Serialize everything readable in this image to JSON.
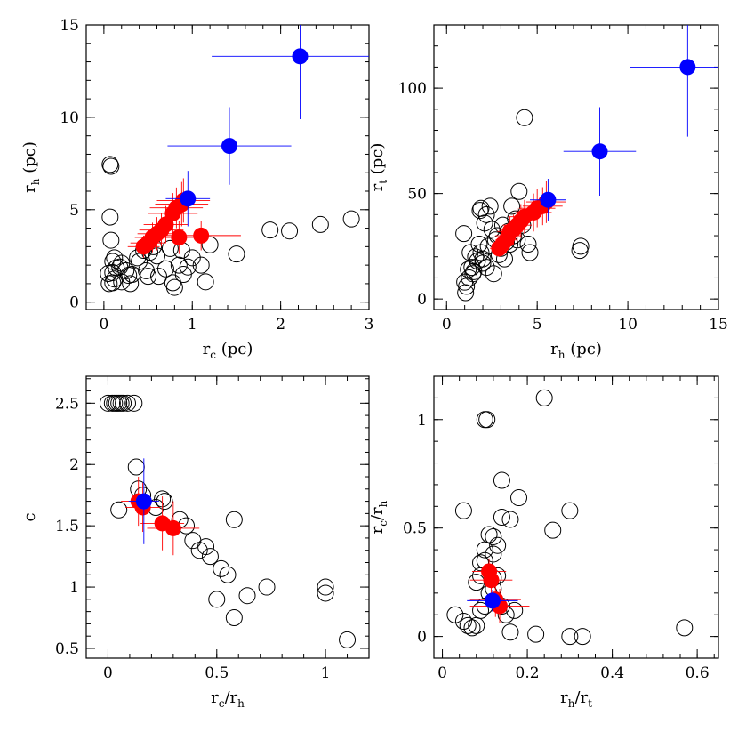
{
  "colors": {
    "axes": "#000000",
    "open": "#000000",
    "red": "#ff0000",
    "blue": "#0000ff"
  },
  "chart_data": [
    {
      "type": "scatter",
      "xlabel": {
        "main": "r",
        "sub": "c",
        "unit": " (pc)"
      },
      "ylabel": {
        "main": "r",
        "sub": "h",
        "unit": " (pc)"
      },
      "xlim": [
        -0.2,
        3.0
      ],
      "ylim": [
        -0.4,
        15.0
      ],
      "xticks": [
        0,
        1,
        2,
        3
      ],
      "yticks": [
        0,
        5,
        10,
        15
      ],
      "xtick_labels": [
        "0",
        "1",
        "2",
        "3"
      ],
      "ytick_labels": [
        "0",
        "5",
        "10",
        "15"
      ],
      "open": {
        "x": [
          0.07,
          0.08,
          0.07,
          0.08,
          0.1,
          0.1,
          0.1,
          0.12,
          0.12,
          0.14,
          0.06,
          0.18,
          0.05,
          0.2,
          0.2,
          0.25,
          0.28,
          0.3,
          0.32,
          0.38,
          0.4,
          0.45,
          0.48,
          0.5,
          0.52,
          0.56,
          0.6,
          0.62,
          0.7,
          0.75,
          0.78,
          0.8,
          0.85,
          0.88,
          0.9,
          0.95,
          1.0,
          1.1,
          1.15,
          1.2,
          1.5,
          1.88,
          2.1,
          2.45,
          2.8
        ],
        "y": [
          7.45,
          7.35,
          4.6,
          3.35,
          1.05,
          1.6,
          2.2,
          2.4,
          1.25,
          1.85,
          1.0,
          1.9,
          1.55,
          1.1,
          2.1,
          1.7,
          1.45,
          1.0,
          1.5,
          2.4,
          2.2,
          2.8,
          1.7,
          1.4,
          2.7,
          3.0,
          2.5,
          1.4,
          1.8,
          2.9,
          1.05,
          0.8,
          2.0,
          2.8,
          1.5,
          1.9,
          2.4,
          2.0,
          1.1,
          3.1,
          2.6,
          3.9,
          3.85,
          4.2,
          4.5
        ]
      },
      "red": {
        "x": [
          0.45,
          0.5,
          0.55,
          0.6,
          0.65,
          0.7,
          0.78,
          0.82,
          0.88,
          0.9,
          0.85,
          1.1
        ],
        "y": [
          3.0,
          3.2,
          3.5,
          3.7,
          3.9,
          4.2,
          4.8,
          5.1,
          5.3,
          5.5,
          3.5,
          3.6
        ],
        "xerr": [
          0.18,
          0.2,
          0.2,
          0.22,
          0.25,
          0.25,
          0.28,
          0.3,
          0.3,
          0.3,
          0.3,
          0.45
        ],
        "yerr": [
          0.6,
          0.7,
          0.8,
          0.9,
          0.9,
          1.0,
          1.1,
          1.1,
          1.2,
          1.2,
          0.9,
          0.8
        ]
      },
      "blue": {
        "x": [
          0.95,
          1.42,
          2.22
        ],
        "y": [
          5.6,
          8.45,
          13.3
        ],
        "xerr": [
          0.25,
          0.7,
          1.0
        ],
        "yerr": [
          1.5,
          2.1,
          3.4
        ]
      }
    },
    {
      "type": "scatter",
      "xlabel": {
        "main": "r",
        "sub": "h",
        "unit": " (pc)"
      },
      "ylabel": {
        "main": "r",
        "sub": "t",
        "unit": " (pc)"
      },
      "xlim": [
        -0.7,
        15.0
      ],
      "ylim": [
        -5,
        130
      ],
      "xticks": [
        0,
        5,
        10,
        15
      ],
      "yticks": [
        0,
        50,
        100
      ],
      "xtick_labels": [
        "0",
        "5",
        "10",
        "15"
      ],
      "ytick_labels": [
        "0",
        "50",
        "100"
      ],
      "open": {
        "x": [
          0.95,
          1.0,
          1.05,
          1.1,
          1.2,
          1.25,
          1.3,
          1.4,
          1.45,
          1.5,
          1.6,
          1.7,
          1.8,
          1.85,
          1.9,
          2.0,
          2.1,
          2.2,
          2.3,
          2.4,
          2.5,
          2.6,
          2.7,
          2.8,
          2.9,
          3.0,
          3.1,
          3.2,
          3.3,
          3.4,
          3.5,
          3.6,
          3.7,
          3.8,
          3.9,
          4.0,
          4.2,
          4.3,
          4.5,
          4.6,
          7.35,
          7.4,
          2.2,
          1.9,
          2.0
        ],
        "y": [
          31,
          8,
          3,
          6,
          14,
          10,
          22,
          15,
          12,
          13,
          20,
          18,
          26,
          42,
          22,
          19,
          36,
          15,
          25,
          44,
          33,
          12,
          28,
          30,
          21,
          24,
          35,
          19,
          27,
          32,
          26,
          44,
          30,
          38,
          28,
          51,
          35,
          86,
          26,
          22,
          23,
          25,
          40,
          43,
          17
        ]
      },
      "red": {
        "x": [
          2.9,
          3.1,
          3.3,
          3.4,
          3.5,
          3.7,
          3.9,
          4.1,
          4.3,
          4.8,
          5.0,
          5.3,
          5.5
        ],
        "y": [
          24,
          26,
          28,
          30,
          32,
          33,
          35,
          37,
          39,
          41,
          43,
          44,
          46
        ],
        "xerr": [
          0.5,
          0.6,
          0.6,
          0.7,
          0.7,
          0.8,
          0.8,
          0.9,
          0.9,
          1.0,
          1.0,
          1.1,
          1.1
        ],
        "yerr": [
          4,
          5,
          6,
          6,
          7,
          7,
          8,
          8,
          8,
          9,
          9,
          9,
          10
        ]
      },
      "blue": {
        "x": [
          5.6,
          8.45,
          13.3
        ],
        "y": [
          47,
          70,
          110
        ],
        "xerr": [
          1.0,
          2.0,
          3.2
        ],
        "yerr": [
          10,
          21,
          33
        ]
      }
    },
    {
      "type": "scatter",
      "xlabel": {
        "main": "r",
        "sub": "c",
        "unit": "/r",
        "sub2": "h"
      },
      "ylabel": {
        "main": "c",
        "sub": "",
        "unit": ""
      },
      "xlim": [
        -0.1,
        1.2
      ],
      "ylim": [
        0.42,
        2.72
      ],
      "xticks": [
        0,
        0.5,
        1
      ],
      "yticks": [
        0.5,
        1,
        1.5,
        2,
        2.5
      ],
      "xtick_labels": [
        "0",
        "0.5",
        "1"
      ],
      "ytick_labels": [
        "0.5",
        "1",
        "1.5",
        "2",
        "2.5"
      ],
      "open": {
        "x": [
          0.0,
          0.02,
          0.03,
          0.04,
          0.05,
          0.06,
          0.07,
          0.09,
          0.12,
          0.13,
          0.14,
          0.16,
          0.05,
          0.22,
          0.25,
          0.26,
          0.33,
          0.36,
          0.39,
          0.42,
          0.45,
          0.47,
          0.52,
          0.55,
          0.58,
          0.5,
          0.58,
          0.64,
          0.73,
          1.0,
          1.0,
          1.1
        ],
        "y": [
          2.5,
          2.5,
          2.5,
          2.5,
          2.5,
          2.5,
          2.5,
          2.5,
          2.5,
          1.98,
          1.8,
          1.75,
          1.63,
          1.65,
          1.72,
          1.7,
          1.55,
          1.5,
          1.38,
          1.3,
          1.33,
          1.25,
          1.15,
          1.1,
          1.55,
          0.9,
          0.75,
          0.93,
          1.0,
          1.0,
          0.95,
          0.57
        ]
      },
      "red": {
        "x": [
          0.14,
          0.16,
          0.25,
          0.3
        ],
        "y": [
          1.7,
          1.65,
          1.52,
          1.48
        ],
        "xerr": [
          0.08,
          0.08,
          0.1,
          0.12
        ],
        "yerr": [
          0.2,
          0.2,
          0.22,
          0.22
        ]
      },
      "blue": {
        "x": [
          0.165
        ],
        "y": [
          1.7
        ],
        "xerr": [
          0.07
        ],
        "yerr": [
          0.35
        ]
      }
    },
    {
      "type": "scatter",
      "xlabel": {
        "main": "r",
        "sub": "h",
        "unit": "/r",
        "sub2": "t"
      },
      "ylabel": {
        "main": "r",
        "sub": "c",
        "unit": "/r",
        "sub2": "h"
      },
      "xlim": [
        -0.02,
        0.65
      ],
      "ylim": [
        -0.1,
        1.2
      ],
      "xticks": [
        0,
        0.2,
        0.4,
        0.6
      ],
      "yticks": [
        0,
        0.5,
        1
      ],
      "xtick_labels": [
        "0",
        "0.2",
        "0.4",
        "0.6"
      ],
      "ytick_labels": [
        "0",
        "0.5",
        "1"
      ],
      "open": {
        "x": [
          0.03,
          0.05,
          0.06,
          0.07,
          0.08,
          0.09,
          0.1,
          0.11,
          0.12,
          0.13,
          0.14,
          0.15,
          0.16,
          0.17,
          0.18,
          0.09,
          0.1,
          0.1,
          0.12,
          0.11,
          0.13,
          0.14,
          0.16,
          0.22,
          0.26,
          0.3,
          0.3,
          0.33,
          0.57,
          0.05,
          0.08,
          0.09,
          0.1,
          0.105,
          0.12,
          0.14,
          0.12,
          0.24
        ],
        "y": [
          0.1,
          0.07,
          0.05,
          0.04,
          0.05,
          0.12,
          0.14,
          0.2,
          0.22,
          0.28,
          0.14,
          0.1,
          0.02,
          0.12,
          0.64,
          0.34,
          0.35,
          0.4,
          0.46,
          0.47,
          0.42,
          0.55,
          0.54,
          0.01,
          0.49,
          0.58,
          0.0,
          0.0,
          0.04,
          0.58,
          0.25,
          0.28,
          1.0,
          1.0,
          0.27,
          0.72,
          0.38,
          1.1
        ]
      },
      "red": {
        "x": [
          0.11,
          0.115,
          0.125,
          0.135
        ],
        "y": [
          0.3,
          0.26,
          0.17,
          0.14
        ],
        "xerr": [
          0.04,
          0.05,
          0.06,
          0.07
        ],
        "yerr": [
          0.06,
          0.06,
          0.08,
          0.08
        ]
      },
      "blue": {
        "x": [
          0.118
        ],
        "y": [
          0.165
        ],
        "xerr": [
          0.06
        ],
        "yerr": [
          0.05
        ]
      }
    }
  ]
}
